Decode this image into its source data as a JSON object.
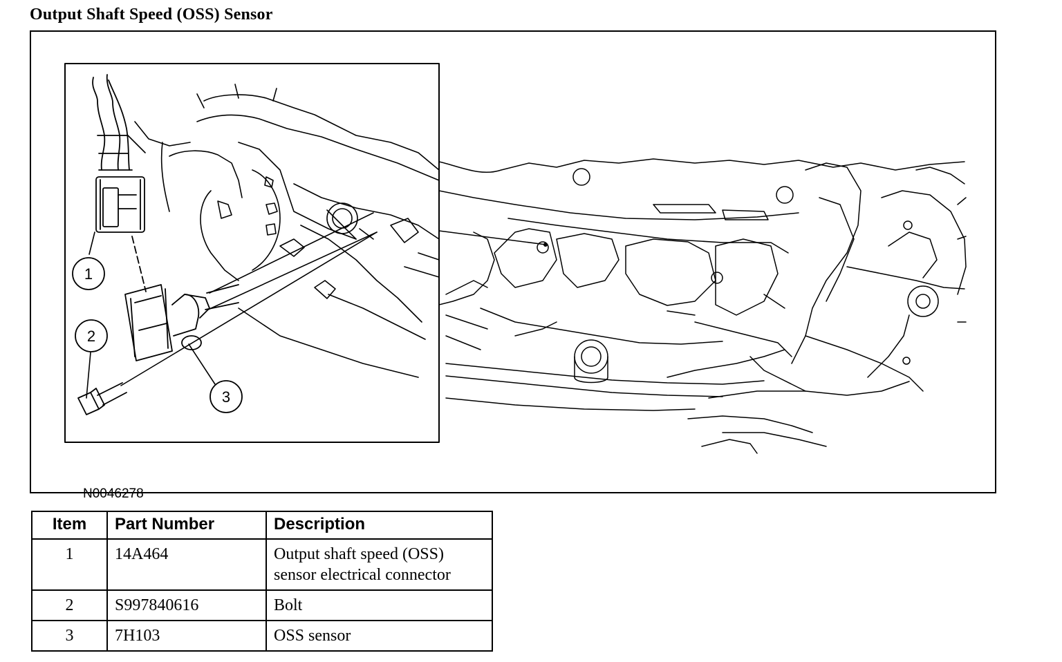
{
  "title": "Output Shaft Speed (OSS) Sensor",
  "figure": {
    "id": "N0046278",
    "callouts": [
      "1",
      "2",
      "3"
    ]
  },
  "table": {
    "headers": [
      "Item",
      "Part Number",
      "Description"
    ],
    "rows": [
      {
        "item": "1",
        "part_number": "14A464",
        "description": [
          "Output shaft speed (OSS)",
          "sensor electrical connector"
        ]
      },
      {
        "item": "2",
        "part_number": "S997840616",
        "description": [
          "Bolt"
        ]
      },
      {
        "item": "3",
        "part_number": "7H103",
        "description": [
          "OSS sensor"
        ]
      }
    ]
  }
}
